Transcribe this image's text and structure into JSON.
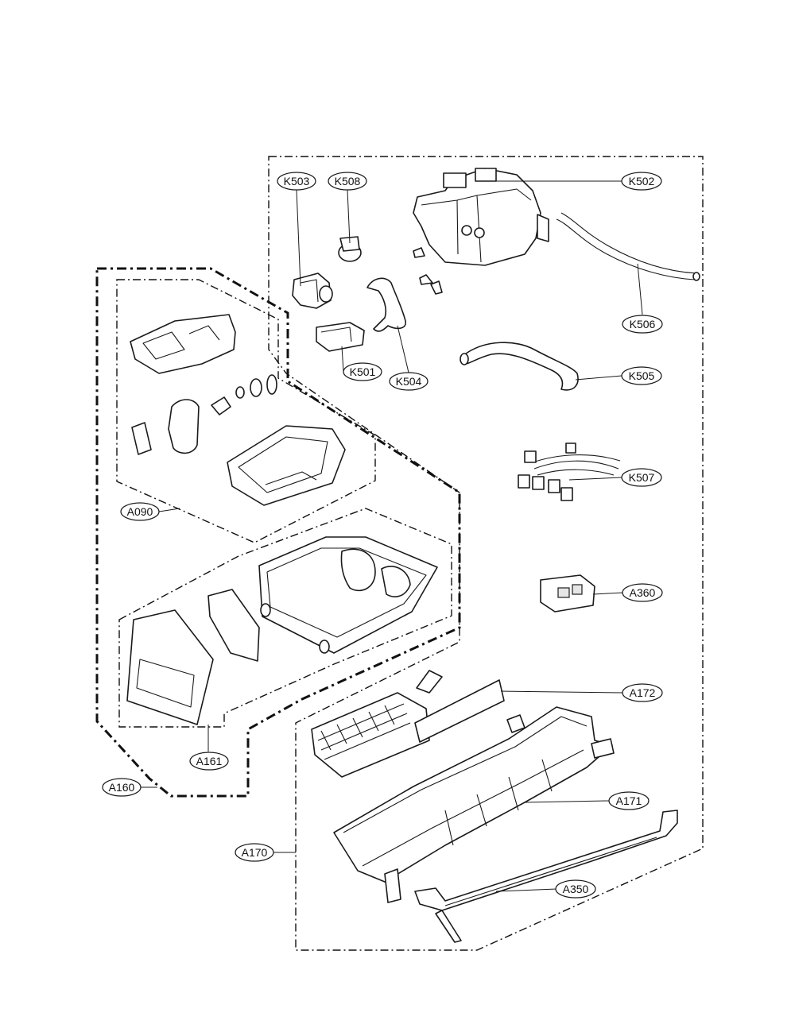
{
  "callouts": {
    "k503": "K503",
    "k508": "K508",
    "k502": "K502",
    "k506": "K506",
    "k501": "K501",
    "k504": "K504",
    "k505": "K505",
    "k507": "K507",
    "a360": "A360",
    "a090": "A090",
    "a172": "A172",
    "a161": "A161",
    "a160": "A160",
    "a171": "A171",
    "a170": "A170",
    "a350": "A350"
  }
}
